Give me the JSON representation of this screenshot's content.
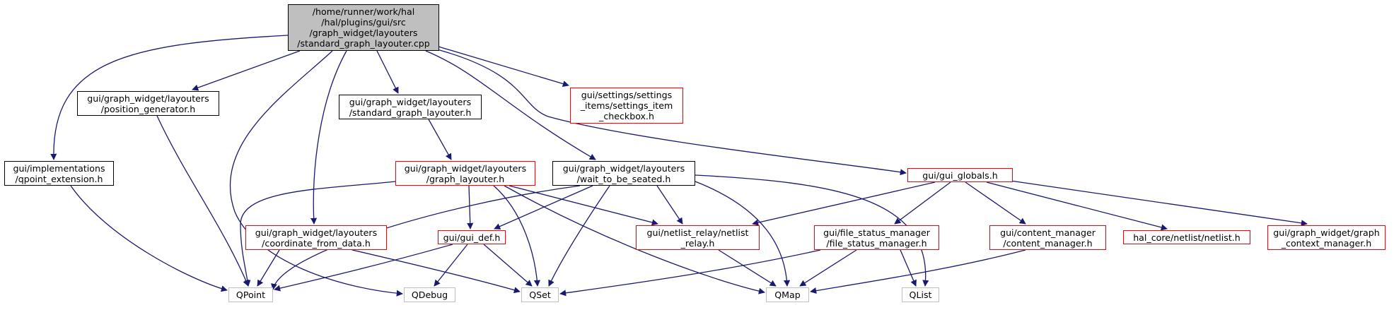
{
  "colors": {
    "edge": "#191970",
    "root_fill": "#bfbfbf",
    "black_border": "#000000",
    "red_border": "#ff0000",
    "gray_border": "#bfbfbf"
  },
  "nodes": {
    "root": [
      "/home/runner/work/hal",
      "/hal/plugins/gui/src",
      "/graph_widget/layouters",
      "/standard_graph_layouter.cpp"
    ],
    "position_generator": [
      "gui/graph_widget/layouters",
      "/position_generator.h"
    ],
    "standard_graph_layouter_h": [
      "gui/graph_widget/layouters",
      "/standard_graph_layouter.h"
    ],
    "settings_item_checkbox": [
      "gui/settings/settings",
      "_items/settings_item",
      "_checkbox.h"
    ],
    "qpoint_extension": [
      "gui/implementations",
      "/qpoint_extension.h"
    ],
    "graph_layouter": [
      "gui/graph_widget/layouters",
      "/graph_layouter.h"
    ],
    "wait_to_be_seated": [
      "gui/graph_widget/layouters",
      "/wait_to_be_seated.h"
    ],
    "gui_globals": [
      "gui/gui_globals.h"
    ],
    "coordinate_from_data": [
      "gui/graph_widget/layouters",
      "/coordinate_from_data.h"
    ],
    "gui_def": [
      "gui/gui_def.h"
    ],
    "netlist_relay": [
      "gui/netlist_relay/netlist",
      "_relay.h"
    ],
    "file_status_manager": [
      "gui/file_status_manager",
      "/file_status_manager.h"
    ],
    "content_manager": [
      "gui/content_manager",
      "/content_manager.h"
    ],
    "netlist_h": [
      "hal_core/netlist/netlist.h"
    ],
    "graph_context_manager": [
      "gui/graph_widget/graph",
      "_context_manager.h"
    ],
    "qpoint": [
      "QPoint"
    ],
    "qdebug": [
      "QDebug"
    ],
    "qset": [
      "QSet"
    ],
    "qmap": [
      "QMap"
    ],
    "qlist": [
      "QList"
    ]
  }
}
